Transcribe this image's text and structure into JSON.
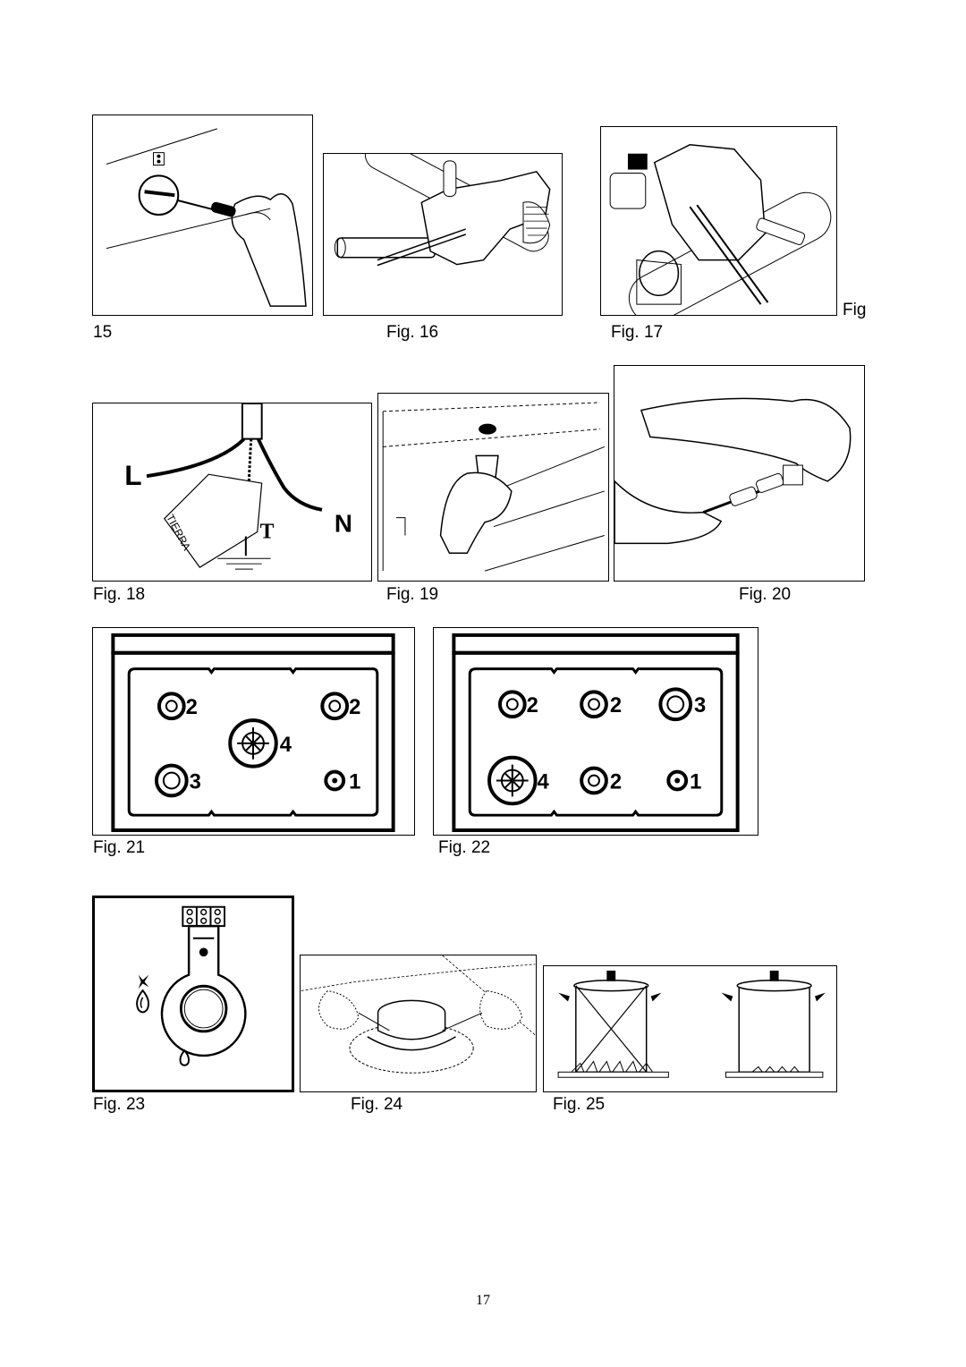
{
  "figures": {
    "fig15": {
      "caption_tail": "Fig",
      "caption_num": "15"
    },
    "fig16": {
      "caption": "Fig. 16"
    },
    "fig17": {
      "caption": "Fig. 17"
    },
    "fig18": {
      "caption": "Fig. 18",
      "labels": {
        "line": "L",
        "neutral": "N",
        "earth": "T",
        "tag": "TIERRA"
      }
    },
    "fig19": {
      "caption": "Fig. 19"
    },
    "fig20": {
      "caption": "Fig. 20"
    },
    "fig21": {
      "caption": "Fig. 21",
      "burners": [
        "2",
        "2",
        "4",
        "3",
        "1"
      ]
    },
    "fig22": {
      "caption": "Fig. 22",
      "burners": [
        "2",
        "2",
        "3",
        "4",
        "2",
        "1"
      ]
    },
    "fig23": {
      "caption": "Fig. 23"
    },
    "fig24": {
      "caption": "Fig. 24"
    },
    "fig25": {
      "caption": "Fig. 25"
    }
  },
  "page_number": "17"
}
